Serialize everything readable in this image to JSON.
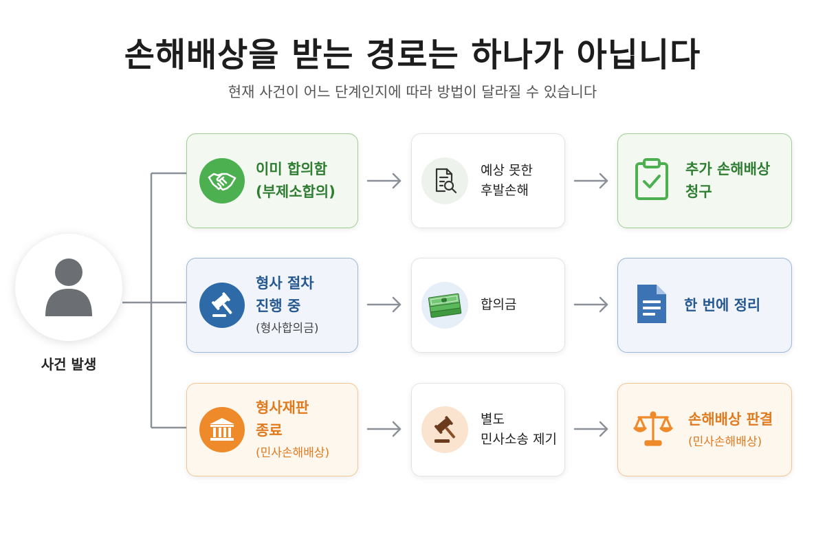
{
  "title": "손해배상을 받는 경로는 하나가 아닙니다",
  "subtitle": "현재 사건이 어느 단계인지에 따라 방법이 달라질 수 있습니다",
  "start": {
    "label": "사건 발생",
    "icon": "person-icon"
  },
  "rows": [
    {
      "stage": {
        "line1": "이미 합의함",
        "line2": "",
        "sub": "(부제소합의)",
        "icon": "handshake-icon"
      },
      "middle": {
        "line1": "예상 못한",
        "line2": "후발손해",
        "icon": "document-search-icon"
      },
      "result": {
        "line1": "추가 손해배상",
        "line2": "청구",
        "sub": "",
        "icon": "clipboard-check-icon"
      }
    },
    {
      "stage": {
        "line1": "형사 절차",
        "line2": "진행 중",
        "sub": "(형사합의금)",
        "icon": "gavel-icon"
      },
      "middle": {
        "line1": "합의금",
        "line2": "",
        "icon": "money-icon"
      },
      "result": {
        "line1": "한 번에 정리",
        "line2": "",
        "sub": "",
        "icon": "document-icon"
      }
    },
    {
      "stage": {
        "line1": "형사재판",
        "line2": "종료",
        "sub": "(민사손해배상)",
        "icon": "courthouse-icon"
      },
      "middle": {
        "line1": "별도",
        "line2": "민사소송 제기",
        "icon": "gavel-icon"
      },
      "result": {
        "line1": "손해배상 판결",
        "line2": "",
        "sub": "(민사손해배상)",
        "icon": "scales-icon"
      }
    }
  ],
  "colors": {
    "green": "#4caf50",
    "blue": "#2f6aa8",
    "orange": "#ee8a2a",
    "arrow": "#8a8f98"
  }
}
